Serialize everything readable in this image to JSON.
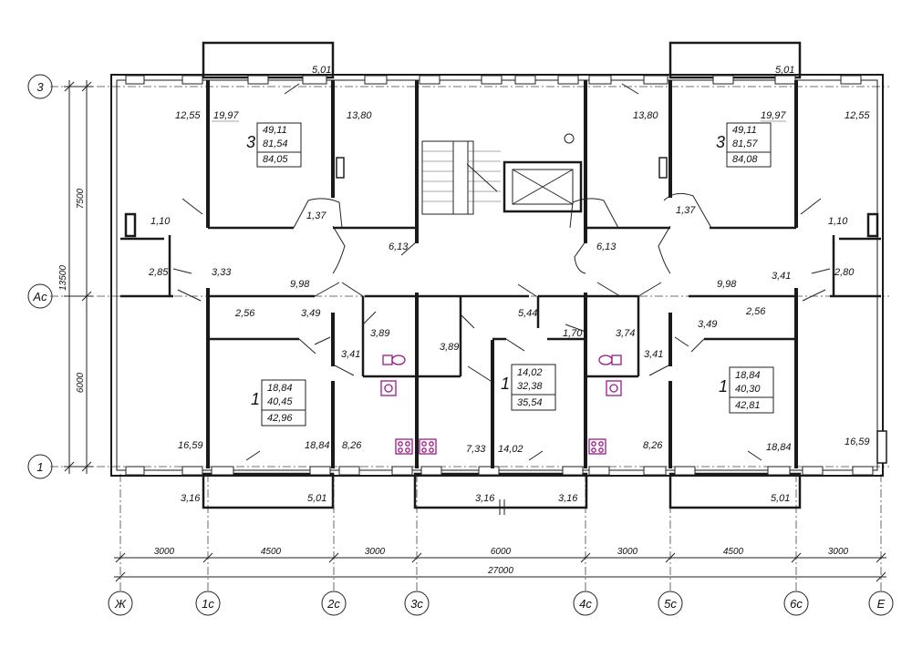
{
  "grid_rows": [
    {
      "id": "row-3",
      "label": "3"
    },
    {
      "id": "row-ac",
      "label": "Ac"
    },
    {
      "id": "row-1",
      "label": "1"
    }
  ],
  "grid_cols": [
    {
      "id": "col-zh",
      "label": "Ж"
    },
    {
      "id": "col-1c",
      "label": "1c"
    },
    {
      "id": "col-2c",
      "label": "2c"
    },
    {
      "id": "col-3c",
      "label": "3c"
    },
    {
      "id": "col-4c",
      "label": "4c"
    },
    {
      "id": "col-5c",
      "label": "5c"
    },
    {
      "id": "col-6c",
      "label": "6c"
    },
    {
      "id": "col-e",
      "label": "E"
    }
  ],
  "dims_bottom": [
    "3000",
    "4500",
    "3000",
    "6000",
    "3000",
    "4500",
    "3000"
  ],
  "dim_total": "27000",
  "dims_left": [
    "7500",
    "6000"
  ],
  "dim_left_total": "13500",
  "apartments": [
    {
      "id": "apt-top-left",
      "rooms": "3",
      "values": [
        "49,11",
        "81,54",
        "84,05"
      ]
    },
    {
      "id": "apt-top-right",
      "rooms": "3",
      "values": [
        "49,11",
        "81,57",
        "84,08"
      ]
    },
    {
      "id": "apt-bottom-left",
      "rooms": "1",
      "values": [
        "18,84",
        "40,45",
        "42,96"
      ]
    },
    {
      "id": "apt-bottom-mid",
      "rooms": "1",
      "values": [
        "14,02",
        "32,38",
        "35,54"
      ]
    },
    {
      "id": "apt-bottom-right",
      "rooms": "1",
      "values": [
        "18,84",
        "40,30",
        "42,81"
      ]
    }
  ],
  "area_labels": [
    "12,55",
    "19,97",
    "5,01",
    "13,80",
    "13,80",
    "5,01",
    "19,97",
    "12,55",
    "1,37",
    "1,37",
    "1,10",
    "1,10",
    "6,13",
    "6,13",
    "2,85",
    "3,33",
    "9,98",
    "9,98",
    "3,41",
    "2,80",
    "2,56",
    "3,49",
    "3,89",
    "5,44",
    "1,70",
    "3,74",
    "3,49",
    "2,56",
    "3,41",
    "3,89",
    "3,41",
    "16,59",
    "18,84",
    "8,26",
    "7,33",
    "14,02",
    "8,26",
    "18,84",
    "16,59",
    "3,16",
    "5,01",
    "3,16",
    "3,16",
    "5,01"
  ]
}
